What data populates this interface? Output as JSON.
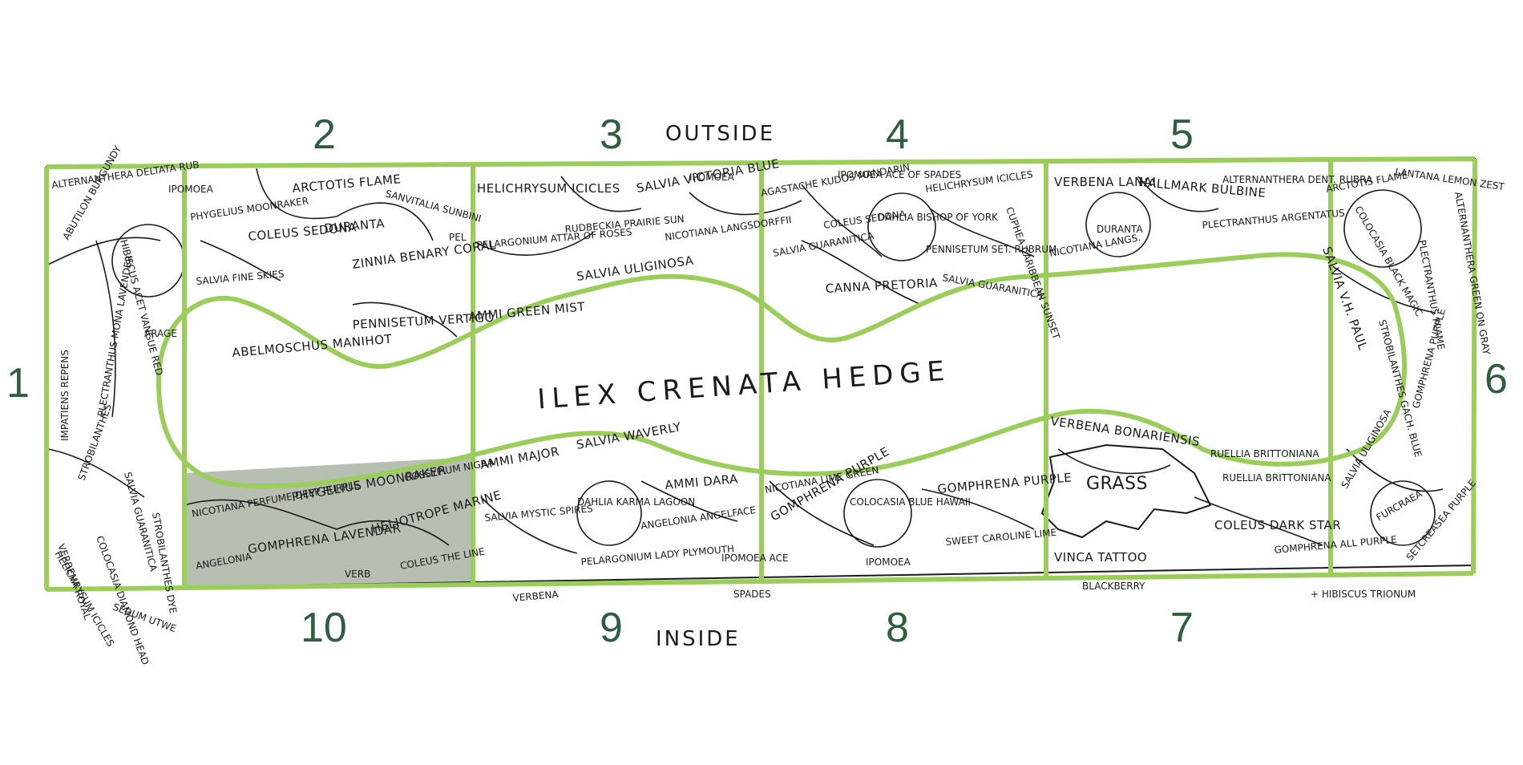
{
  "labels": {
    "outside": "OUTSIDE",
    "inside": "INSIDE",
    "hedge": "ILEX CRENATA HEDGE",
    "grass": "GRASS"
  },
  "sections": [
    "1",
    "2",
    "3",
    "4",
    "5",
    "6",
    "7",
    "8",
    "9",
    "10"
  ],
  "plants": {
    "s1": [
      "ALTERNANTHERA DELTATA RUB",
      "ABUTILON BURGUNDY",
      "HIBISCUS ACET VANGUE RED",
      "IMPATIENS REPENS",
      "PLECTRANTHUS MONA LAVENDER",
      "STROBILANTHES",
      "SALVIA GUARANITICA",
      "COLOCASIA DIAMOND HEAD",
      "VERBENA ROYAL",
      "HELICHRYSUM ICICLES",
      "STROBILANTHES DYE",
      "ARAGE"
    ],
    "s1_bottom": "SEDUM UTWE",
    "s2": [
      "IPOMOEA",
      "PHYGELIUS MOONRAKER",
      "ARCTOTIS FLAME",
      "SANVITALIA SUNBINI",
      "COLEUS SEDONA",
      "DURANTA",
      "SALVIA FINE SKIES",
      "ZINNIA BENARY CORAL",
      "PEL",
      "ABELMOSCHUS MANIHOT",
      "PENNISETUM VERTIGO"
    ],
    "s3": [
      "HELICHRYSUM ICICLES",
      "SALVIA VICTORIA BLUE",
      "IPOMOEA",
      "RUDBECKIA PRAIRIE SUN",
      "PELARGONIUM ATTAR OF ROSES",
      "NICOTIANA LANGSDORFFII",
      "SALVIA ULIGINOSA",
      "AMMI GREEN MIST"
    ],
    "s4": [
      "AGASTACHE KUDOS MANDARIN",
      "IPOMOEA ACE OF SPADES",
      "HELICHRYSUM ICICLES",
      "COLEUS SEDONA",
      "DAHLIA BISHOP OF YORK",
      "CUPHEA CARIBBEAN SUNSET",
      "SALVIA GUARANITICA",
      "PENNISETUM SET. RUBRUM",
      "CANNA PRETORIA",
      "SALVIA GUARANITICA"
    ],
    "s5": [
      "VERBENA LANAI",
      "HALLMARK BULBINE",
      "ALTERNANTHERA DENT. RUBRA",
      "NICOTIANA LANGS.",
      "DURANTA",
      "PLECTRANTHUS ARGENTATUS"
    ],
    "s6": [
      "ARCTOTIS FLAME",
      "LANTANA LEMON ZEST",
      "COLOCASIA BLACK MAGIC",
      "SALVIA V.H. PAUL",
      "PLECTRANTHUS FLAME",
      "STROBILANTHES GACH. BLUE",
      "GOMPHRENA PURPLE",
      "SALVIA ULIGINOSA",
      "FURCRAEA",
      "SETCREASEA PURPLE",
      "GOMPHRENA ALL PURPLE",
      "ALTERNANTHERA GREEN ON GRAY"
    ],
    "s6_bottom": "+ HIBISCUS TRIONUM",
    "s7": [
      "VERBENA BONARIENSIS",
      "RUELLIA BRITTONIANA",
      "RUELLIA BRITTONIANA",
      "COLEUS DARK STAR",
      "VINCA TATTOO"
    ],
    "s7_bottom": "BLACKBERRY",
    "s8": [
      "NICOTIANA LIME GREEN",
      "GOMPHRENA PURPLE",
      "COLOCASIA BLUE HAWAII",
      "GOMPHRENA PURPLE",
      "IPOMOEA",
      "SWEET CAROLINE LIME",
      "IPOMOEA ACE"
    ],
    "s8_bottom": "SPADES",
    "s9": [
      "AMMI MAJOR",
      "SALVIA WAVERLY",
      "AMMI DARA",
      "SALVIA MYSTIC SPIRES",
      "DAHLIA KARMA LAGOON",
      "ANGELONIA ANGELFACE",
      "PELARGONIUM LADY PLYMOUTH"
    ],
    "s9_bottom": "VERBENA",
    "s10": [
      "NICOTIANA PERFUME DEEP PURPLE",
      "PHYGELIUS MOONRAKER",
      "GOSSYPIUM NIGRA",
      "HELIOTROPE MARINE",
      "ANGELONIA",
      "GOMPHRENA LAVENDAR",
      "VERB",
      "COLEUS THE LINE"
    ]
  },
  "colors": {
    "section_line": "#9acd5a",
    "section_number": "#2e5e3f",
    "ink": "#1a1a1a",
    "section10_fill": "#a9b4a5"
  }
}
